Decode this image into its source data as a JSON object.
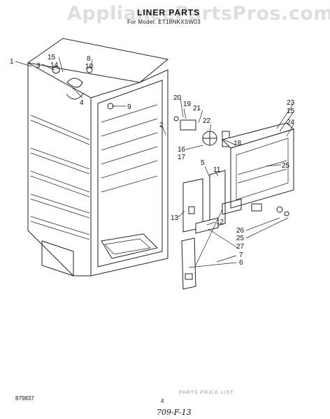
{
  "watermark": "AppliancePartsPros.com",
  "title": "LINER PARTS",
  "model_label": "For Model:",
  "model_number": "ET18NKXSW03",
  "callouts": [
    "1",
    "3",
    "15",
    "14",
    "8",
    "10",
    "4",
    "9",
    "2",
    "20",
    "19",
    "21",
    "22",
    "18",
    "16",
    "17",
    "23",
    "15",
    "24",
    "25",
    "5",
    "11",
    "13",
    "12",
    "26",
    "25",
    "27",
    "7",
    "6"
  ],
  "footer": {
    "doc_number": "879837",
    "page_number": "4",
    "faint_text": "PARTS PRICE LIST",
    "handwritten_note": "709-F-13"
  }
}
